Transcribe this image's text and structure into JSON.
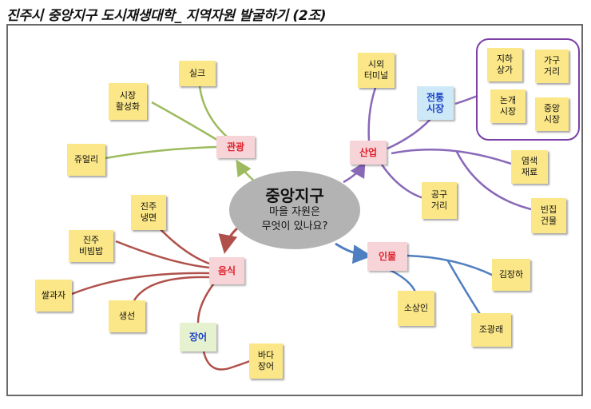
{
  "title": "진주시 중앙지구 도시재생대학_ 지역자원 발굴하기 (2조)",
  "center": {
    "title": "중앙지구",
    "subtitle": "마을 자원은\n무엇이 있나요?"
  },
  "colors": {
    "tourism": "#9dbb5e",
    "industry": "#8a68b8",
    "people": "#4f7fc0",
    "food": "#b0504a",
    "group_outline": "#7b3fa6"
  },
  "branches": {
    "tourism": {
      "label": "관광",
      "items": [
        "실크",
        "시장\n활성화",
        "쥬얼리"
      ]
    },
    "industry": {
      "label": "산업",
      "items": [
        "시외\n터미널",
        "염색\n재료",
        "빈집\n건물",
        "공구\n거리"
      ],
      "market": {
        "label": "전통\n시장",
        "items": [
          "지하\n상가",
          "가구\n거리",
          "논개\n시장",
          "중앙\n시장"
        ]
      }
    },
    "people": {
      "label": "인물",
      "items": [
        "김장하",
        "조광래",
        "소상인"
      ]
    },
    "food": {
      "label": "음식",
      "items": [
        "진주\n냉면",
        "진주\n비빔밥",
        "쌀과자",
        "생선"
      ],
      "eel": {
        "label": "장어",
        "items": [
          "바다\n장어"
        ]
      }
    }
  }
}
